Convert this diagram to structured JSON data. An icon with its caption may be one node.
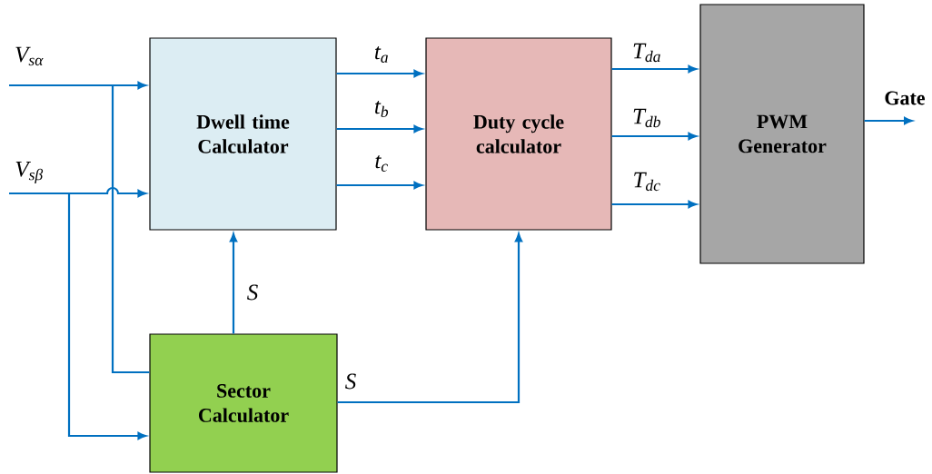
{
  "diagram": {
    "nodes": [
      {
        "text": [
          "Dwell time Calculator"
        ]
      },
      {
        "text": [
          "Duty cycle calculator"
        ]
      },
      {
        "text": [
          "PWM Generator"
        ]
      },
      {
        "text": [
          "Sector Calculator"
        ]
      }
    ],
    "edges": [
      {
        "from": null,
        "to": 0,
        "arrow": "to",
        "label": "V$_{sα}$"
      },
      {
        "from": null,
        "to": 3,
        "arrow": "none"
      },
      {
        "from": null,
        "to": 0,
        "arrow": "to",
        "label": "V$_{sβ}$"
      },
      {
        "from": null,
        "to": 3,
        "arrow": "to"
      },
      {
        "from": 0,
        "to": 1,
        "arrow": "to",
        "label": "t$_{a}$"
      },
      {
        "from": 0,
        "to": 1,
        "arrow": "to",
        "label": "t$_{b}$"
      },
      {
        "from": 0,
        "to": 1,
        "arrow": "to",
        "label": "t$_{c}$"
      },
      {
        "from": 1,
        "to": 2,
        "arrow": "to",
        "label": "T$_{da}$"
      },
      {
        "from": 1,
        "to": 2,
        "arrow": "to",
        "label": "T$_{db}$"
      },
      {
        "from": 1,
        "to": 2,
        "arrow": "to",
        "label": "T$_{dc}$"
      },
      {
        "from": 2,
        "to": null,
        "arrow": "to",
        "label": "Gate"
      },
      {
        "from": 3,
        "to": 0,
        "arrow": "to",
        "label": "S"
      },
      {
        "from": 3,
        "to": 1,
        "arrow": "to",
        "label": "S"
      }
    ]
  }
}
